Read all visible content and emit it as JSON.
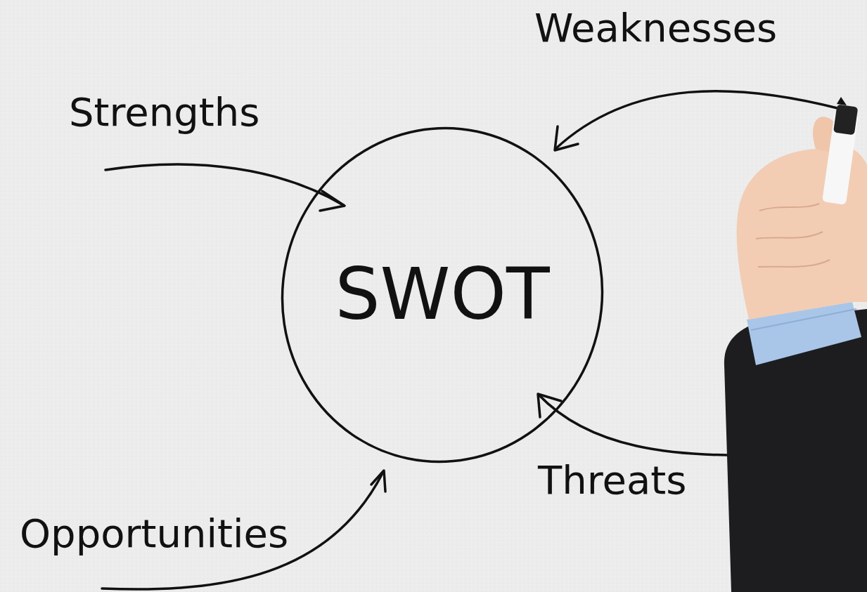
{
  "diagram": {
    "nodes": [
      {
        "text": [
          "SWOT"
        ]
      }
    ],
    "labels": [
      "Weaknesses",
      "Strengths",
      "Threats",
      "Opportunities"
    ]
  }
}
